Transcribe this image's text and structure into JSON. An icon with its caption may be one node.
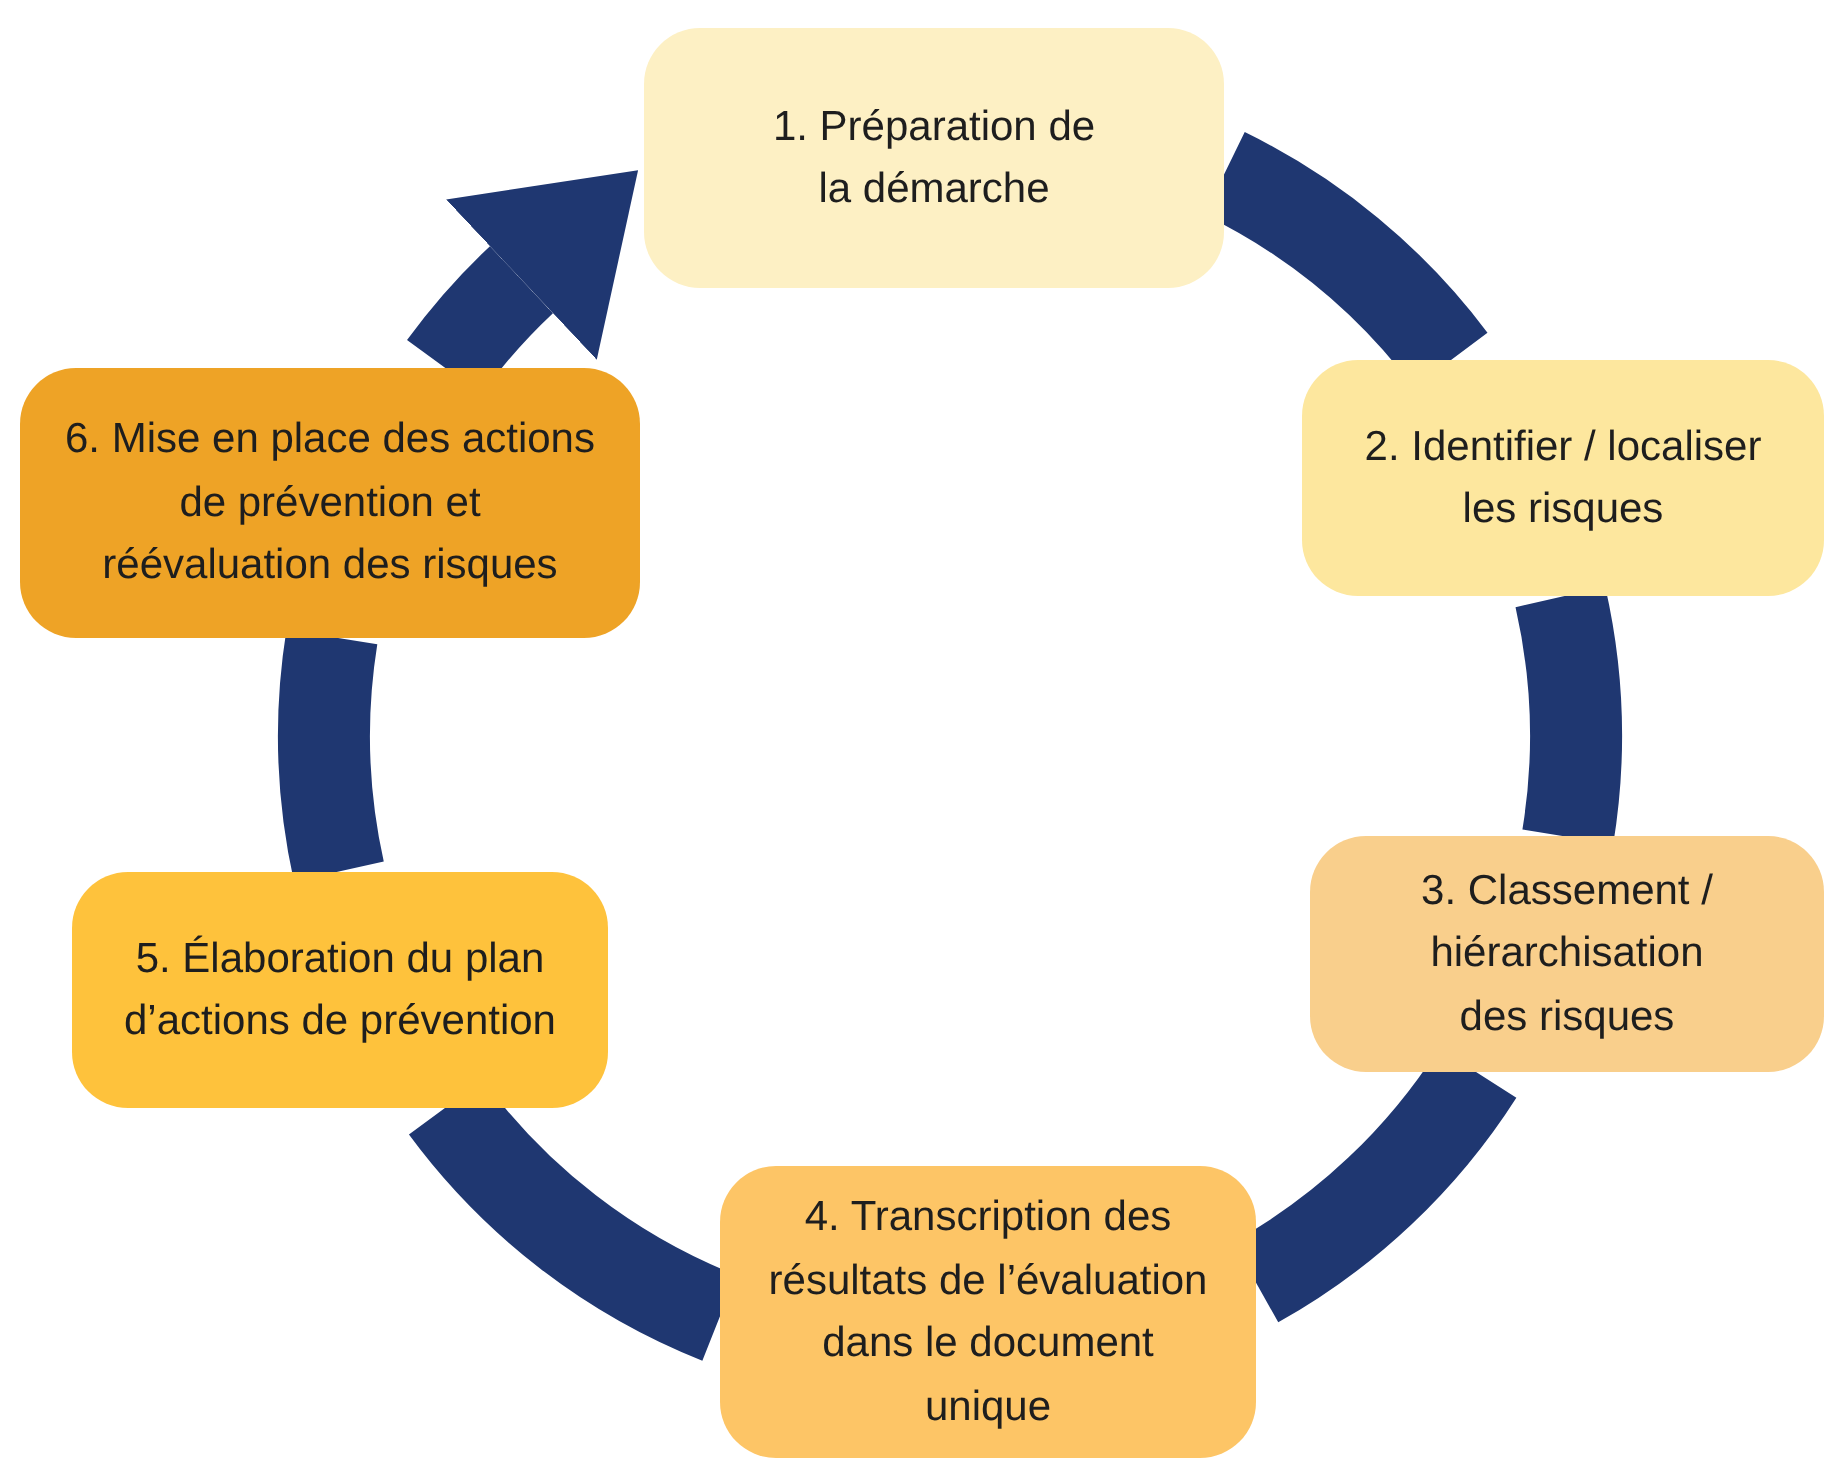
{
  "diagram": {
    "nodes": [
      {
        "text": [
          "1. Préparation de la démarche"
        ]
      },
      {
        "text": [
          "2. Identifier / localiser les risques"
        ]
      },
      {
        "text": [
          "3. Classement / hiérarchisation des risques"
        ]
      },
      {
        "text": [
          "4. Transcription des résultats de l’évaluation dans le document unique"
        ]
      },
      {
        "text": [
          "5. Élaboration du plan d’actions de prévention"
        ]
      },
      {
        "text": [
          "6. Mise en place des actions de prévention et réévaluation des risques"
        ]
      }
    ],
    "edges": [
      {
        "from": 0,
        "to": 1,
        "arrow": "none"
      },
      {
        "from": 1,
        "to": 2,
        "arrow": "none"
      },
      {
        "from": 2,
        "to": 3,
        "arrow": "none"
      },
      {
        "from": 3,
        "to": 4,
        "arrow": "none"
      },
      {
        "from": 4,
        "to": 5,
        "arrow": "none"
      },
      {
        "from": 5,
        "to": 0,
        "arrow": "to"
      }
    ]
  }
}
